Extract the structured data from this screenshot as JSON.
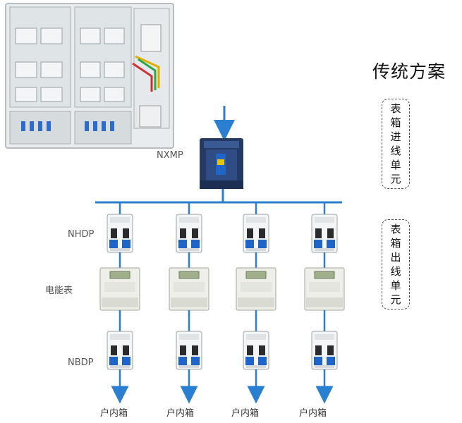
{
  "title": "传统方案",
  "box_in": [
    "表",
    "箱",
    "进",
    "线",
    "单",
    "元"
  ],
  "box_out": [
    "表",
    "箱",
    "出",
    "线",
    "单",
    "元"
  ],
  "labels": {
    "main": "NXMP",
    "top_breaker": "NHDP",
    "meter": "电能表",
    "bottom_breaker": "NBDP"
  },
  "outlets": [
    "户内箱",
    "户内箱",
    "户内箱",
    "户内箱"
  ],
  "colors": {
    "bus": "#2a7fd0",
    "breaker_blue": "#1f64c8",
    "mccb": "#1f3a6a"
  }
}
